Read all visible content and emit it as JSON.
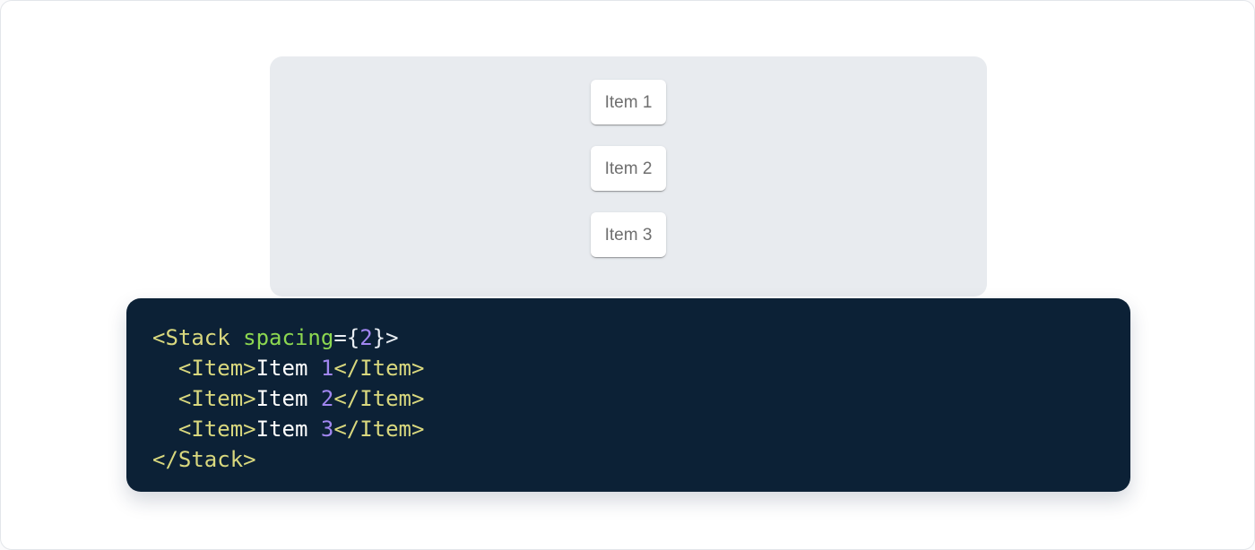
{
  "colors": {
    "page_bg": "#ffffff",
    "page_border": "#e3e6ea",
    "panel_bg": "#e8ebef",
    "code_bg": "#0c2136",
    "item_text": "#6e6e6e",
    "tok_tag": "#d9d87e",
    "tok_attr": "#8cd750",
    "tok_num": "#a186f0",
    "tok_punct": "#e9eef3",
    "tok_plain": "#ffffff"
  },
  "preview_panel": {
    "items": [
      "Item 1",
      "Item 2",
      "Item 3"
    ]
  },
  "code_block": {
    "language": "jsx",
    "lines": [
      [
        [
          "tag",
          "<Stack"
        ],
        [
          "plain",
          " "
        ],
        [
          "attr",
          "spacing"
        ],
        [
          "punct",
          "={"
        ],
        [
          "num",
          "2"
        ],
        [
          "punct",
          "}>"
        ]
      ],
      [
        [
          "plain",
          "  "
        ],
        [
          "tag",
          "<Item>"
        ],
        [
          "plain",
          "Item "
        ],
        [
          "num",
          "1"
        ],
        [
          "tag",
          "</Item>"
        ]
      ],
      [
        [
          "plain",
          "  "
        ],
        [
          "tag",
          "<Item>"
        ],
        [
          "plain",
          "Item "
        ],
        [
          "num",
          "2"
        ],
        [
          "tag",
          "</Item>"
        ]
      ],
      [
        [
          "plain",
          "  "
        ],
        [
          "tag",
          "<Item>"
        ],
        [
          "plain",
          "Item "
        ],
        [
          "num",
          "3"
        ],
        [
          "tag",
          "</Item>"
        ]
      ],
      [
        [
          "tag",
          "</Stack>"
        ]
      ]
    ]
  }
}
